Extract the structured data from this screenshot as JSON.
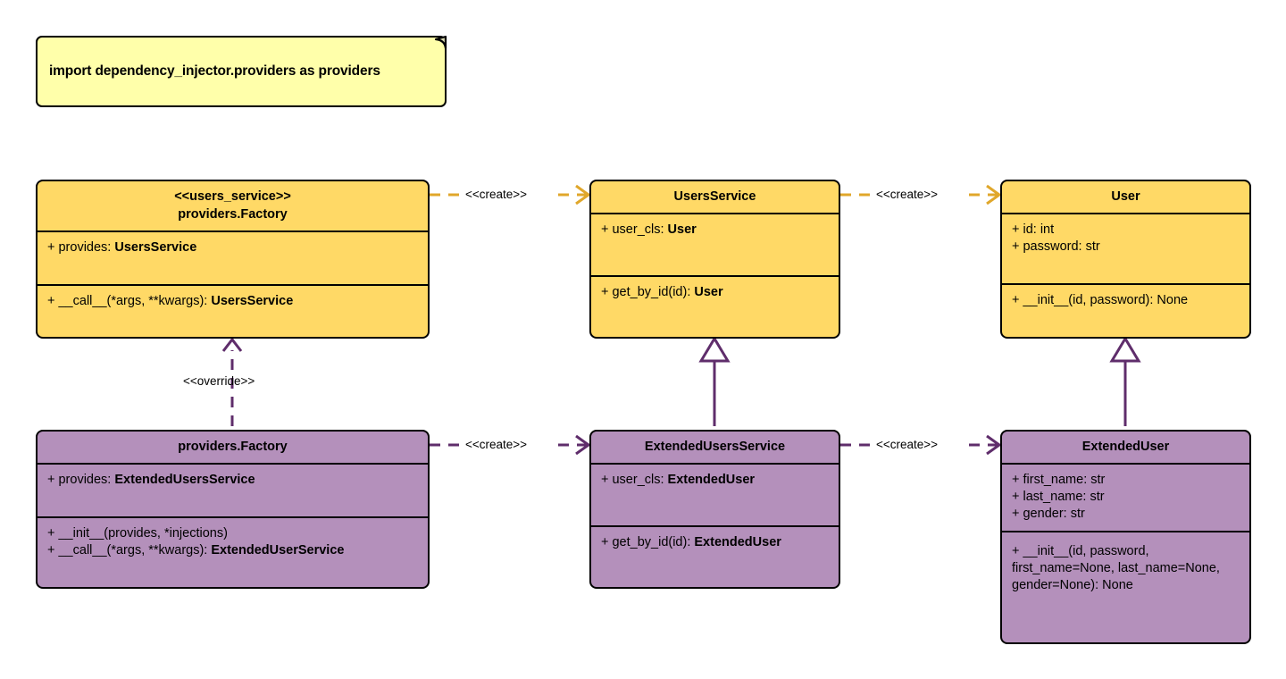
{
  "diagram": {
    "title": "Dependency Injector providers UML class diagram",
    "colors": {
      "yellow_fill": "#ffd966",
      "purple_fill": "#b490bb",
      "note_fill": "#ffffaa",
      "outline": "#000000",
      "create_yellow": "#e0a72b",
      "create_purple": "#5f2d6b"
    }
  },
  "note": {
    "text": "import dependency_injector.providers as providers"
  },
  "classes": {
    "users_service_factory": {
      "stereotype": "<<users_service>>",
      "name": "providers.Factory",
      "attributes": [
        {
          "prefix": "+ provides: ",
          "strong": "UsersService"
        }
      ],
      "methods": [
        {
          "prefix": "+ __call__(*args, **kwargs): ",
          "strong": "UsersService"
        }
      ]
    },
    "users_service": {
      "stereotype": "",
      "name": "UsersService",
      "attributes": [
        {
          "prefix": "+ user_cls: ",
          "strong": "User"
        }
      ],
      "methods": [
        {
          "prefix": "+ get_by_id(id): ",
          "strong": "User"
        }
      ]
    },
    "user": {
      "stereotype": "",
      "name": "User",
      "attributes": [
        {
          "prefix": "+ id: int",
          "strong": ""
        },
        {
          "prefix": "+ password: str",
          "strong": ""
        }
      ],
      "methods": [
        {
          "prefix": "+ __init__(id, password): None",
          "strong": ""
        }
      ]
    },
    "extended_factory": {
      "stereotype": "",
      "name": "providers.Factory",
      "attributes": [
        {
          "prefix": "+ provides: ",
          "strong": "ExtendedUsersService"
        }
      ],
      "methods": [
        {
          "prefix": "+ __init__(provides, *injections)",
          "strong": ""
        },
        {
          "prefix": "+ __call__(*args, **kwargs): ",
          "strong": "ExtendedUserService"
        }
      ]
    },
    "extended_users_service": {
      "stereotype": "",
      "name": "ExtendedUsersService",
      "attributes": [
        {
          "prefix": "+ user_cls: ",
          "strong": "ExtendedUser"
        }
      ],
      "methods": [
        {
          "prefix": "+ get_by_id(id): ",
          "strong": "ExtendedUser"
        }
      ]
    },
    "extended_user": {
      "stereotype": "",
      "name": "ExtendedUser",
      "attributes": [
        {
          "prefix": "+ first_name: str",
          "strong": ""
        },
        {
          "prefix": "+ last_name: str",
          "strong": ""
        },
        {
          "prefix": "+ gender: str",
          "strong": ""
        }
      ],
      "methods": [
        {
          "prefix": "+ __init__(id, password, first_name=None, last_name=None, gender=None): None",
          "strong": ""
        }
      ]
    }
  },
  "connectors": {
    "create_top_left": {
      "label": "<<create>>",
      "kind": "dependency",
      "color": "#e0a72b"
    },
    "create_top_right": {
      "label": "<<create>>",
      "kind": "dependency",
      "color": "#e0a72b"
    },
    "create_bottom_left": {
      "label": "<<create>>",
      "kind": "dependency",
      "color": "#5f2d6b"
    },
    "create_bottom_right": {
      "label": "<<create>>",
      "kind": "dependency",
      "color": "#5f2d6b"
    },
    "override": {
      "label": "<<override>>",
      "kind": "dependency",
      "color": "#5f2d6b"
    },
    "inherit_service": {
      "label": "",
      "kind": "generalization",
      "color": "#5f2d6b"
    },
    "inherit_user": {
      "label": "",
      "kind": "generalization",
      "color": "#5f2d6b"
    }
  }
}
